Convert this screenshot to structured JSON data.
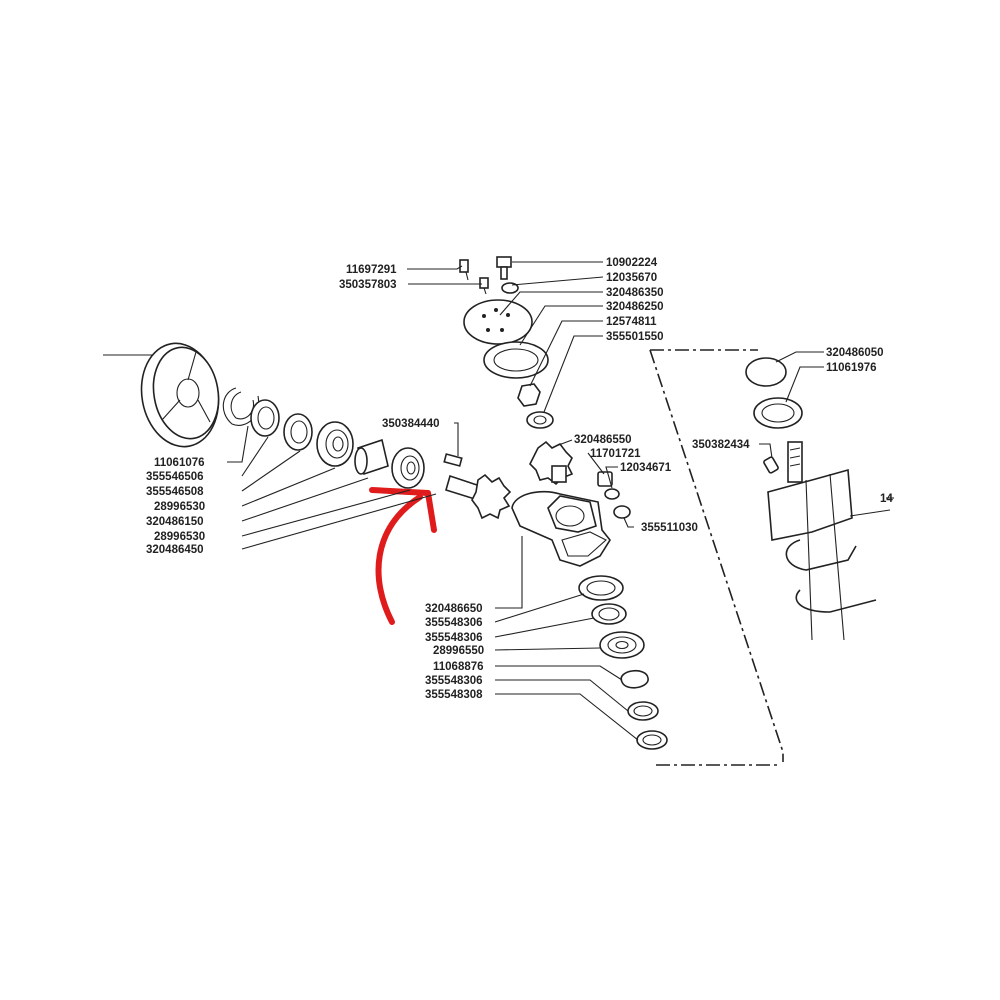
{
  "diagram": {
    "part_numbers": {
      "p11697291": "11697291",
      "p350357803": "350357803",
      "p10902224": "10902224",
      "p12035670": "12035670",
      "p320486350": "320486350",
      "p320486250": "320486250",
      "p12574811": "12574811",
      "p355501550": "355501550",
      "p320486050": "320486050",
      "p11061976": "11061976",
      "p350382434": "350382434",
      "p350384440": "350384440",
      "p320486550": "320486550",
      "p11701721": "11701721",
      "p12034671": "12034671",
      "p355511030": "355511030",
      "p11061076": "11061076",
      "p355546506": "355546506",
      "p355546508": "355546508",
      "p28996530a": "28996530",
      "p320486150": "320486150",
      "p28996530b": "28996530",
      "p320486450": "320486450",
      "p320486650": "320486650",
      "p355548306a": "355548306",
      "p355548306b": "355548306",
      "p28996550": "28996550",
      "p11068876": "11068876",
      "p355548306c": "355548306",
      "p355548308": "355548308",
      "p14": "14"
    },
    "annotation": {
      "arrow_color": "#e01b1b"
    }
  }
}
